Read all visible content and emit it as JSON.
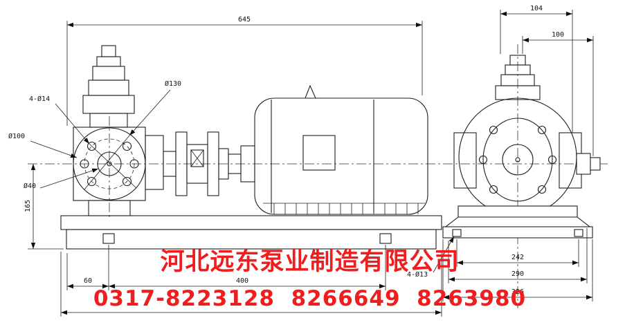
{
  "watermark": {
    "company": "河北远东泵业制造有限公司",
    "phones": "0317-8223128  8266649  8263980"
  },
  "dims": {
    "overall_length": "645",
    "top_outer": "104",
    "top_inner": "100",
    "pump_center_height": "165",
    "foot_offset": "60",
    "foot_spacing": "400",
    "base_inner": "242",
    "base_mid": "290",
    "base_outer": "326"
  },
  "labels": {
    "front_bolt_holes": "4-Ø14",
    "flange_od": "Ø130",
    "flange_pcd": "Ø100",
    "shaft": "Ø40",
    "base_bolt_holes": "4-Ø13"
  },
  "colors": {
    "watermark": "#ef1d1d",
    "line": "#1c1c1c"
  }
}
